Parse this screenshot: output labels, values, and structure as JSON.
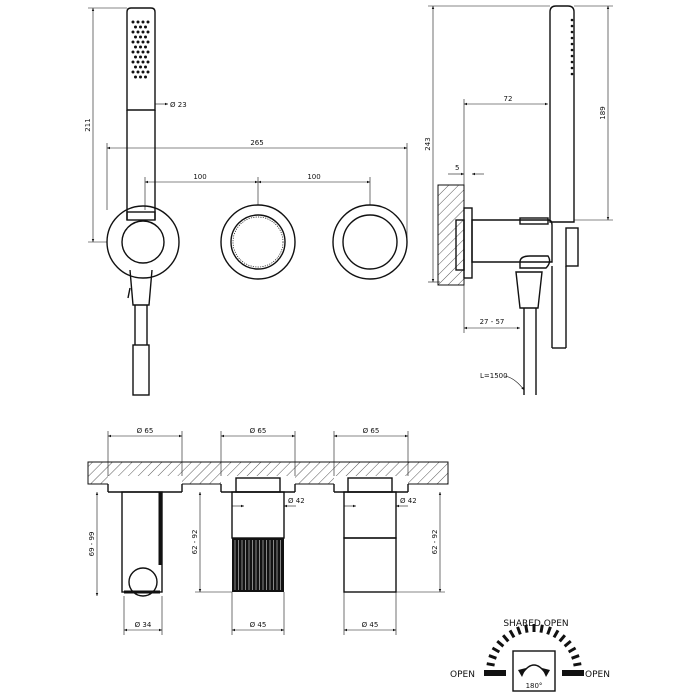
{
  "front_view": {
    "dim_height": "211",
    "dim_handle": "Ø 23",
    "dim_width": "265",
    "dim_spacing_left": "100",
    "dim_spacing_right": "100"
  },
  "side_view": {
    "dim_total_height": "243",
    "dim_shower_height": "189",
    "dim_projection": "72",
    "dim_plate": "5",
    "dim_depth": "27 - 57",
    "hose_length": "L=1500"
  },
  "sections": {
    "left": {
      "dim_top": "Ø 65",
      "dim_depth": "69 - 99",
      "dim_bottom": "Ø 34"
    },
    "middle": {
      "dim_top": "Ø 65",
      "dim_inner": "Ø 42",
      "dim_depth": "62 - 92",
      "dim_bottom": "Ø 45"
    },
    "right": {
      "dim_top": "Ø 65",
      "dim_inner": "Ø 42",
      "dim_depth": "62 - 92",
      "dim_bottom": "Ø 45"
    }
  },
  "legend": {
    "shared_open": "SHARED OPEN",
    "open_left": "OPEN",
    "open_right": "OPEN",
    "rotation": "180°"
  }
}
